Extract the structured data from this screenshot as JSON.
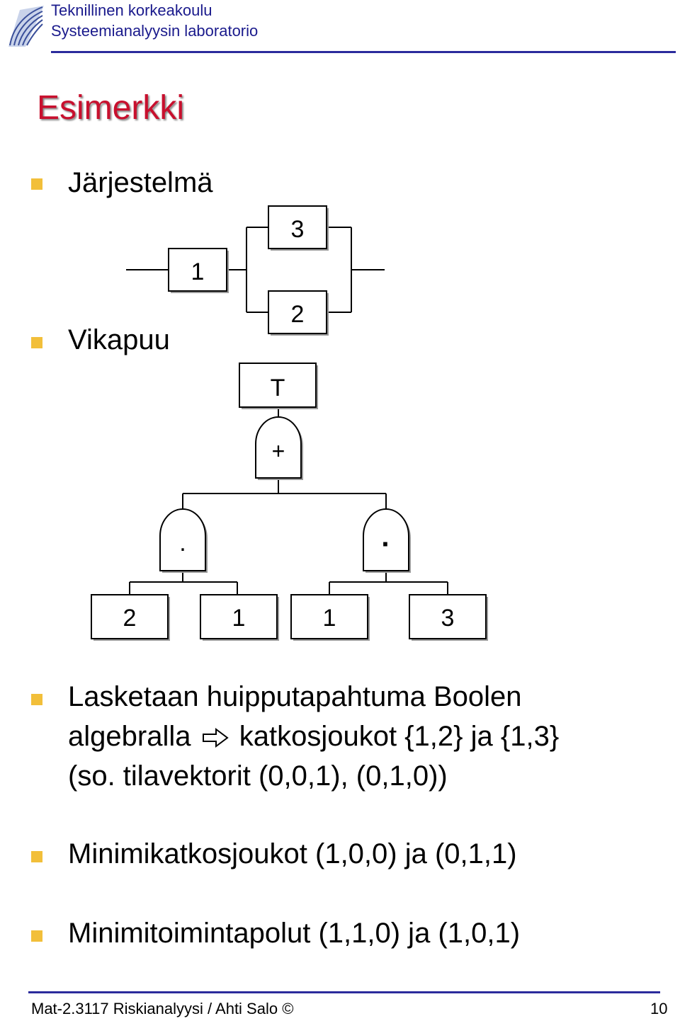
{
  "header": {
    "line1": "Teknillinen korkeakoulu",
    "line2": "Systeemianalyysin laboratorio"
  },
  "title": "Esimerkki",
  "bullets": {
    "system": "Järjestelmä",
    "faulttree": "Vikapuu",
    "boolean_line1_a": "Lasketaan huipputapahtuma Boolen",
    "boolean_line2_a": "algebralla",
    "boolean_line2_b": "katkosjoukot {1,2} ja {1,3}",
    "boolean_line3": "(so. tilavektorit (0,0,1), (0,1,0))",
    "mincut": "Minimikatkosjoukot (1,0,0) ja (0,1,1)",
    "minpath": "Minimitoimintapolut (1,1,0) ja (1,0,1)"
  },
  "block_diagram": {
    "series_block": "1",
    "parallel_top": "3",
    "parallel_bottom": "2"
  },
  "fault_tree": {
    "top_event": "T",
    "or_gate": "+",
    "and_gate_left": ".",
    "and_gate_right": "·",
    "basic_events": [
      "2",
      "1",
      "1",
      "3"
    ]
  },
  "footer": {
    "course": "Mat-2.3117 Riskianalyysi / Ahti Salo ©",
    "page": "10"
  },
  "colors": {
    "title": "#c8102e",
    "header": "#1a1a8c",
    "rule": "#2b2b9c",
    "bullet": "#f2bf3a"
  }
}
